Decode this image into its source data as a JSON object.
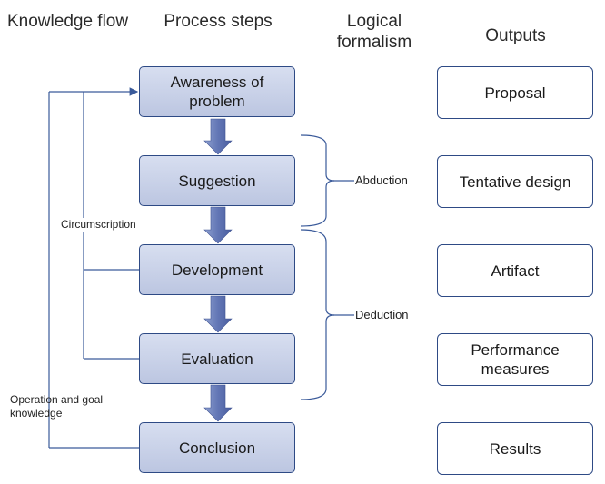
{
  "headers": {
    "knowledge_flow": "Knowledge flow",
    "process_steps": "Process steps",
    "logical_formalism": "Logical formalism",
    "outputs": "Outputs"
  },
  "steps": [
    {
      "label": "Awareness of problem"
    },
    {
      "label": "Suggestion"
    },
    {
      "label": "Development"
    },
    {
      "label": "Evaluation"
    },
    {
      "label": "Conclusion"
    }
  ],
  "outputs": [
    {
      "label": "Proposal"
    },
    {
      "label": "Tentative design"
    },
    {
      "label": "Artifact"
    },
    {
      "label": "Performance measures"
    },
    {
      "label": "Results"
    }
  ],
  "formalism": {
    "abduction": "Abduction",
    "deduction": "Deduction"
  },
  "knowledge_flow": {
    "circumscription": "Circumscription",
    "operation_goal": "Operation and goal knowledge"
  },
  "colors": {
    "box_border": "#2e4a85",
    "box_fill_top": "#d7def0",
    "box_fill_bottom": "#bcc6e1",
    "arrow": "#5a6fae",
    "line": "#3a5a9a"
  }
}
